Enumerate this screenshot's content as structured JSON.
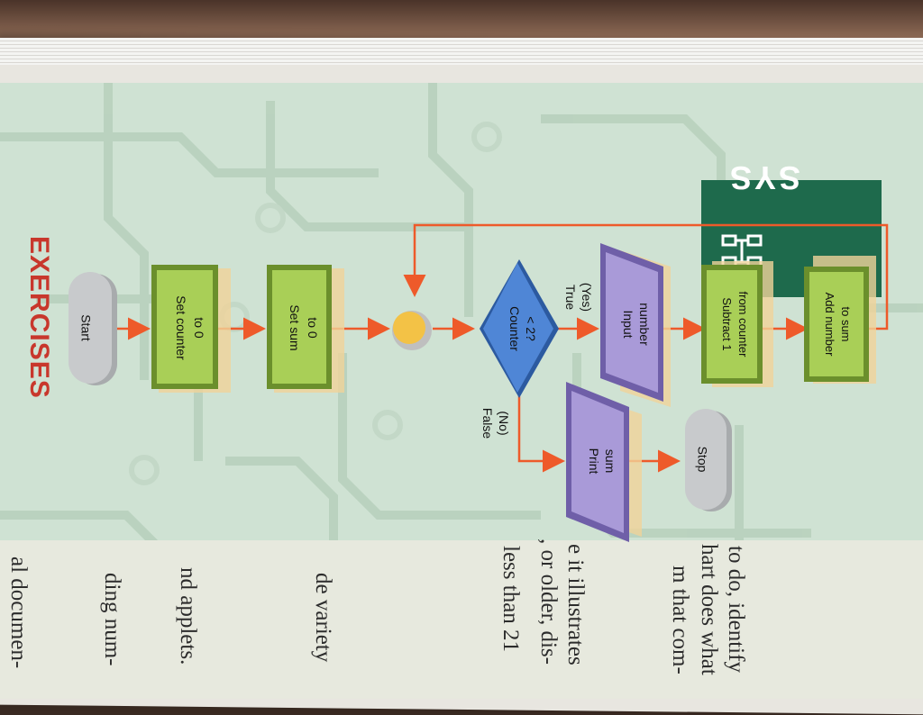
{
  "heading": "EXERCISES",
  "badge": {
    "text": "SYS"
  },
  "nodes": {
    "start": "Start",
    "set_counter": [
      "Set counter",
      "to 0"
    ],
    "set_sum": [
      "Set sum",
      "to 0"
    ],
    "decision": [
      "Counter",
      "< 2?"
    ],
    "input_number": [
      "Input",
      "number"
    ],
    "subtract": [
      "Subtract 1",
      "from counter"
    ],
    "add_number": [
      "Add number",
      "to sum"
    ],
    "print_sum": [
      "Print",
      "sum"
    ],
    "stop": "Stop"
  },
  "branches": {
    "true_label": [
      "True",
      "(Yes)"
    ],
    "false_label": [
      "False",
      "(No)"
    ]
  },
  "side_text": [
    "al documen-",
    "ding num-",
    "nd applets.",
    "de variety",
    "less than 21",
    ", or older, dis-",
    "e it illustrates",
    "m that com-",
    "hart does what",
    "to do, identify"
  ],
  "colors": {
    "panel": "#cfe2d3",
    "process_fill": "#a9cf57",
    "io_fill": "#a99ad8",
    "decision_fill": "#4f86d6",
    "terminal_fill": "#c8cacc",
    "connector_fill": "#f3c246",
    "arrow": "#ee5a2a",
    "heading": "#c8372c",
    "badge": "#1e6a4c"
  }
}
